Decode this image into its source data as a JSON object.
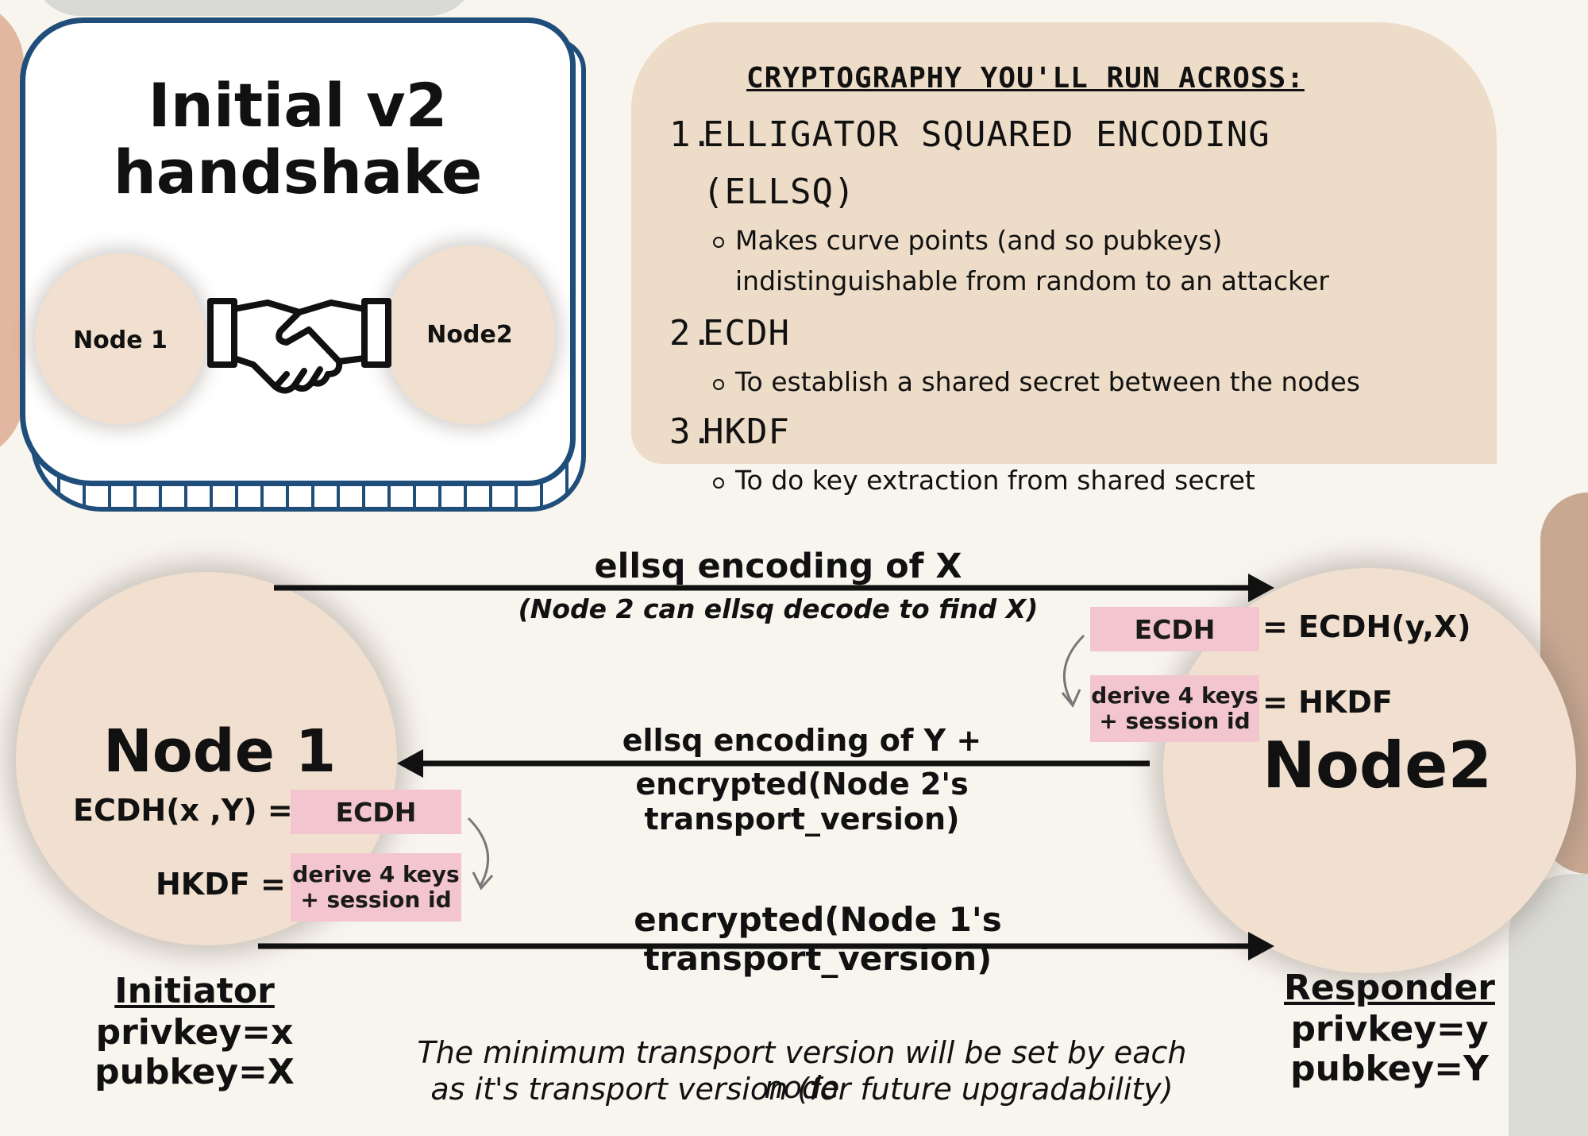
{
  "title_card": {
    "title_line1": "Initial v2",
    "title_line2": "handshake",
    "node_left": "Node 1",
    "node_right": "Node2"
  },
  "crypto_panel": {
    "heading": "CRYPTOGRAPHY YOU'LL RUN ACROSS:",
    "items": [
      {
        "num": "1.",
        "title_line1": "ELLIGATOR SQUARED ENCODING",
        "title_line2": "(ELLSQ)",
        "bullet_line1": "Makes curve points (and so pubkeys)",
        "bullet_line2": "indistinguishable from random to an attacker"
      },
      {
        "num": "2.",
        "title_line1": "ECDH",
        "bullet_line1": "To establish a shared secret between the nodes"
      },
      {
        "num": "3.",
        "title_line1": "HKDF",
        "bullet_line1": "To do key extraction from shared secret"
      }
    ]
  },
  "flow": {
    "msg1_label": "ellsq encoding of X",
    "msg1_note": "(Node 2 can ellsq decode to find X)",
    "msg2_line1": "ellsq encoding of Y +",
    "msg2_line2": "encrypted(Node 2's transport_version)",
    "msg3_label": "encrypted(Node 1's transport_version)"
  },
  "node1": {
    "name": "Node 1",
    "ecdh_eq": "ECDH(x ,Y) =",
    "ecdh_box": "ECDH",
    "hkdf_eq": "HKDF =",
    "hkdf_box_line1": "derive 4 keys",
    "hkdf_box_line2": "+ session id",
    "role": "Initiator",
    "privkey": "privkey=x",
    "pubkey": "pubkey=X"
  },
  "node2": {
    "name": "Node2",
    "ecdh_box": "ECDH",
    "ecdh_eq": "= ECDH(y,X)",
    "hkdf_box_line1": "derive 4 keys",
    "hkdf_box_line2": "+ session id",
    "hkdf_eq": "= HKDF",
    "role": "Responder",
    "privkey": "privkey=y",
    "pubkey": "pubkey=Y"
  },
  "footnote": {
    "line1": "The minimum transport version will be set by each node",
    "line2": "as it's transport version (for future upgradability)"
  },
  "colors": {
    "background": "#f8f4ee",
    "blob": "#f1e0cf",
    "panel": "#eddcc7",
    "pink_box": "#f3c6cf",
    "card_border": "#1f4e7a"
  }
}
